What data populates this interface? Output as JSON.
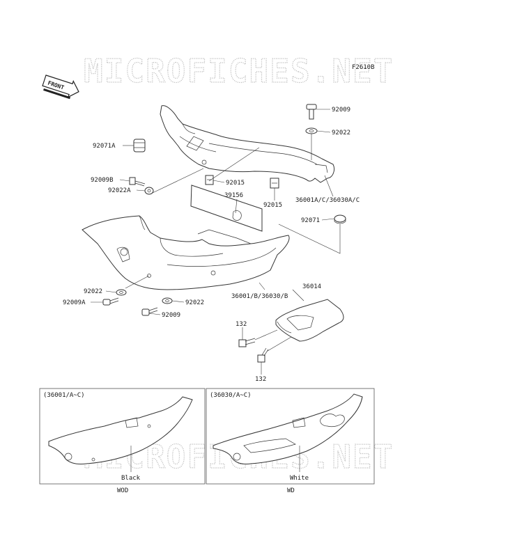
{
  "watermark": "MICROFICHES.NET",
  "figure_code": "F2610B",
  "front_badge": "FRONT",
  "parts": {
    "p92009_top": "92009",
    "p92022_top": "92022",
    "p92071A": "92071A",
    "p92009B": "92009B",
    "p92022A": "92022A",
    "p92015_left": "92015",
    "p39156": "39156",
    "p92015_right": "92015",
    "p36001AC": "36001A/C/36030A/C",
    "p92071": "92071",
    "p92022_left": "92022",
    "p92009A": "92009A",
    "p92022_mid": "92022",
    "p92009_mid": "92009",
    "p36001B": "36001/B/36030/B",
    "p36014": "36014",
    "p132_top": "132",
    "p132_bottom": "132"
  },
  "inset_left": {
    "title": "(36001/A~C)",
    "color_label": "Black",
    "model_code": "WOD"
  },
  "inset_right": {
    "title": "(36030/A~C)",
    "color_label": "White",
    "model_code": "WD"
  }
}
